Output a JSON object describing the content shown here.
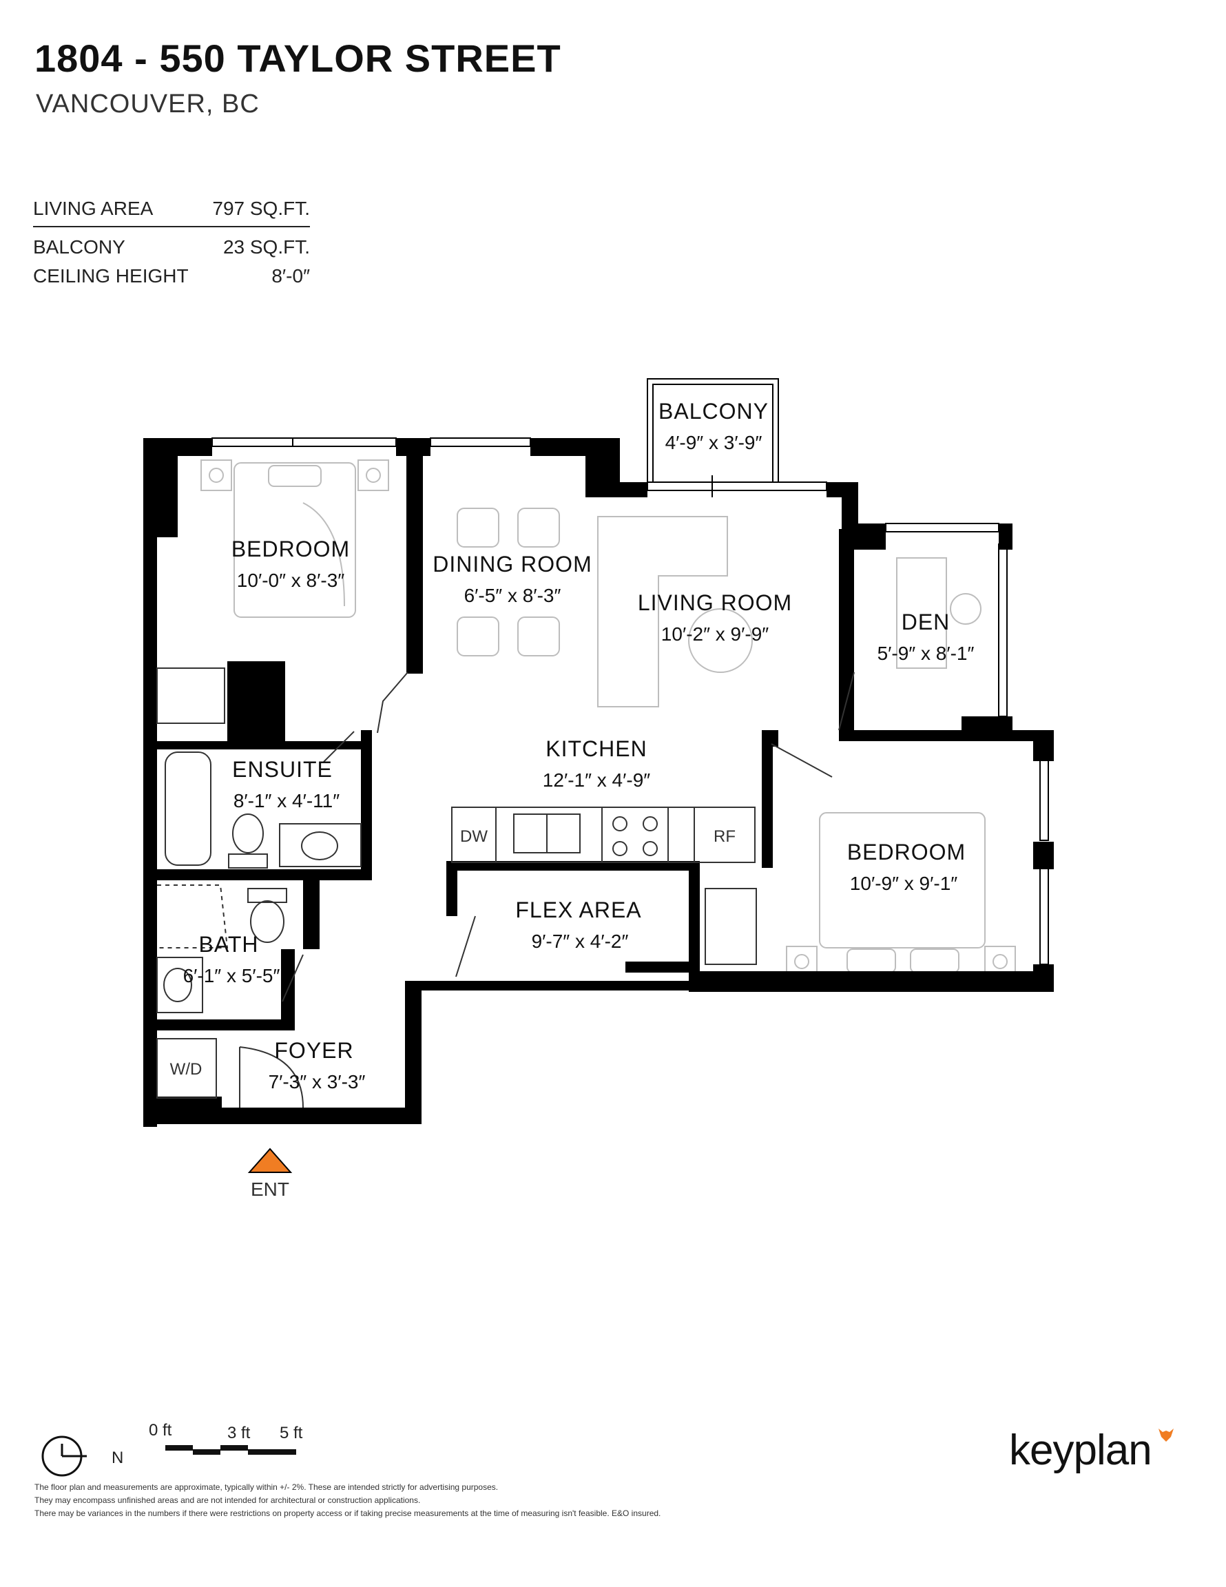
{
  "header": {
    "title": "1804 - 550 TAYLOR STREET",
    "subtitle": "VANCOUVER, BC"
  },
  "stats": {
    "living_area_label": "LIVING AREA",
    "living_area_value": "797 SQ.FT.",
    "balcony_label": "BALCONY",
    "balcony_value": "23 SQ.FT.",
    "ceiling_label": "CEILING HEIGHT",
    "ceiling_value": "8′-0″"
  },
  "rooms": {
    "balcony": {
      "name": "BALCONY",
      "dims": "4′-9″ x 3′-9″"
    },
    "bedroom1": {
      "name": "BEDROOM",
      "dims": "10′-0″  x  8′-3″"
    },
    "dining": {
      "name": "DINING ROOM",
      "dims": "6′-5″ x 8′-3″"
    },
    "living": {
      "name": "LIVING ROOM",
      "dims": "10′-2″  x  9′-9″"
    },
    "den": {
      "name": "DEN",
      "dims": "5′-9″ x 8′-1″"
    },
    "kitchen": {
      "name": "KITCHEN",
      "dims": "12′-1″  x  4′-9″"
    },
    "ensuite": {
      "name": "ENSUITE",
      "dims": "8′-1″ x 4′-11″"
    },
    "bedroom2": {
      "name": "BEDROOM",
      "dims": "10′-9″  x  9′-1″"
    },
    "flex": {
      "name": "FLEX AREA",
      "dims": "9′-7″  x  4′-2″"
    },
    "bath": {
      "name": "BATH",
      "dims": "6′-1″ x 5′-5″"
    },
    "foyer": {
      "name": "FOYER",
      "dims": "7′-3″  x  3′-3″"
    }
  },
  "appliances": {
    "dishwasher": "DW",
    "fridge": "RF",
    "washer_dryer": "W/D"
  },
  "entrance": {
    "label": "ENT",
    "color": "#f07d23"
  },
  "compass": {
    "label": "N"
  },
  "scale": {
    "zero": "0 ft",
    "three": "3 ft",
    "five": "5 ft"
  },
  "legal": [
    "The floor plan and measurements are approximate, typically within +/- 2%. These are intended strictly for advertising purposes.",
    "They may encompass unfinished areas and are not intended for architectural or construction applications.",
    "There may be variances in the numbers if there were restrictions on property access or if taking precise measurements at the time of measuring isn't feasible. E&O insured."
  ],
  "brand": {
    "name": "keyplan",
    "accent": "#f07d23"
  },
  "colors": {
    "wall": "#000000",
    "furniture": "#bdbdbd"
  }
}
